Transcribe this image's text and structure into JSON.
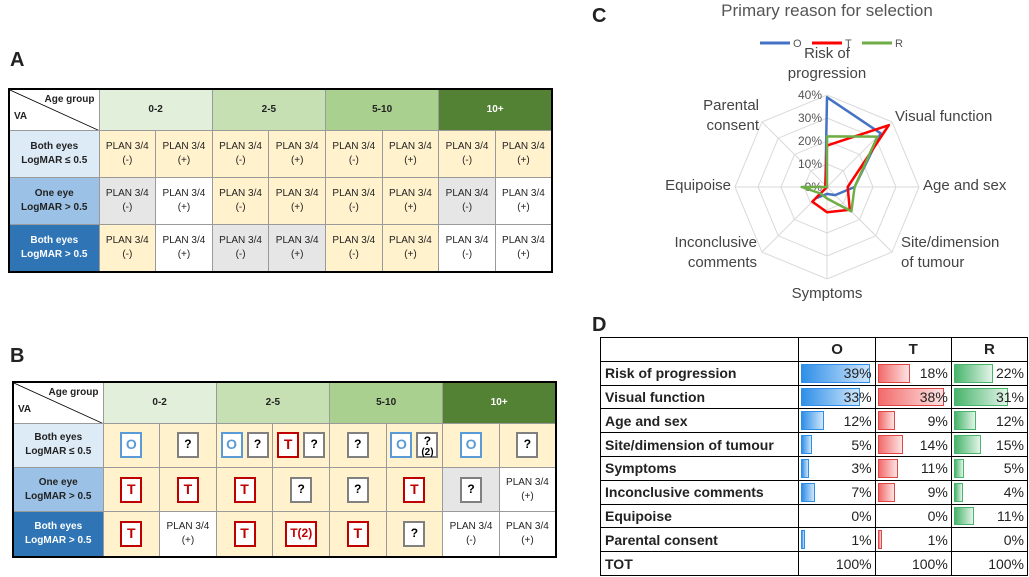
{
  "panel_labels": {
    "a": "A",
    "b": "B",
    "c": "C",
    "d": "D"
  },
  "panel_a": {
    "corner_top": "Age group",
    "corner_bottom": "VA",
    "age_groups": [
      "0-2",
      "2-5",
      "5-10",
      "10+"
    ],
    "rows": [
      {
        "line1": "Both eyes",
        "line2": "LogMAR ≤ 0.5",
        "cells": [
          {
            "t": "PLAN 3/4",
            "s": "(-)"
          },
          {
            "t": "PLAN 3/4",
            "s": "(+)"
          },
          {
            "t": "PLAN 3/4",
            "s": "(-)"
          },
          {
            "t": "PLAN 3/4",
            "s": "(+)"
          },
          {
            "t": "PLAN 3/4",
            "s": "(-)"
          },
          {
            "t": "PLAN 3/4",
            "s": "(+)"
          },
          {
            "t": "PLAN 3/4",
            "s": "(-)"
          },
          {
            "t": "PLAN 3/4",
            "s": "(+)"
          }
        ]
      },
      {
        "line1": "One eye",
        "line2": "LogMAR > 0.5",
        "cells": [
          {
            "t": "PLAN 3/4",
            "s": "(-)"
          },
          {
            "t": "PLAN 3/4",
            "s": "(+)"
          },
          {
            "t": "PLAN 3/4",
            "s": "(-)"
          },
          {
            "t": "PLAN 3/4",
            "s": "(+)"
          },
          {
            "t": "PLAN 3/4",
            "s": "(-)"
          },
          {
            "t": "PLAN 3/4",
            "s": "(+)"
          },
          {
            "t": "PLAN 3/4",
            "s": "(-)"
          },
          {
            "t": "PLAN 3/4",
            "s": "(+)"
          }
        ]
      },
      {
        "line1": "Both eyes",
        "line2": "LogMAR > 0.5",
        "cells": [
          {
            "t": "PLAN 3/4",
            "s": "(-)"
          },
          {
            "t": "PLAN 3/4",
            "s": "(+)"
          },
          {
            "t": "PLAN 3/4",
            "s": "(-)"
          },
          {
            "t": "PLAN 3/4",
            "s": "(+)"
          },
          {
            "t": "PLAN 3/4",
            "s": "(-)"
          },
          {
            "t": "PLAN 3/4",
            "s": "(+)"
          },
          {
            "t": "PLAN 3/4",
            "s": "(-)"
          },
          {
            "t": "PLAN 3/4",
            "s": "(+)"
          }
        ]
      }
    ]
  },
  "panel_b": {
    "corner_top": "Age group",
    "corner_bottom": "VA",
    "age_groups": [
      "0-2",
      "2-5",
      "5-10",
      "10+"
    ],
    "rows": [
      {
        "line1": "Both eyes",
        "line2": "LogMAR ≤ 0.5",
        "cells": [
          {
            "box": "O",
            "mark": "O"
          },
          {
            "box": "Q",
            "mark": "?"
          },
          {
            "box": "O",
            "mark": "O"
          },
          {
            "box": "Q",
            "mark": "?"
          },
          {
            "box": "T",
            "mark": "T"
          },
          {
            "box": "Q",
            "mark": "?"
          },
          {
            "box": "Q",
            "mark": "?"
          },
          {
            "box": "O",
            "mark": "O"
          },
          {
            "box": "Q",
            "mark": "?",
            "sub": "(2)"
          },
          {
            "box": "O",
            "mark": "O"
          },
          {
            "box": "Q",
            "mark": "?"
          }
        ]
      },
      {
        "line1": "One eye",
        "line2": "LogMAR > 0.5",
        "cells": [
          {
            "box": "T",
            "mark": "T"
          },
          {
            "box": "T",
            "mark": "T"
          },
          {
            "box": "T",
            "mark": "T"
          },
          {
            "box": "Q",
            "mark": "?"
          },
          {
            "box": "Q",
            "mark": "?"
          },
          {
            "box": "T",
            "mark": "T"
          },
          {
            "box": "Q",
            "mark": "?"
          },
          {
            "plain": "PLAN 3/4",
            "s": "(+)"
          }
        ]
      },
      {
        "line1": "Both eyes",
        "line2": "LogMAR > 0.5",
        "cells": [
          {
            "box": "T",
            "mark": "T"
          },
          {
            "plain": "PLAN 3/4",
            "s": "(+)"
          },
          {
            "box": "T",
            "mark": "T"
          },
          {
            "box": "T",
            "mark": "T(2)"
          },
          {
            "box": "T",
            "mark": "T"
          },
          {
            "box": "Q",
            "mark": "?"
          },
          {
            "plain": "PLAN 3/4",
            "s": "(-)"
          },
          {
            "plain": "PLAN 3/4",
            "s": "(+)"
          }
        ]
      }
    ]
  },
  "chart_data": [
    {
      "type": "radar",
      "title": "Primary reason for selection",
      "axes": [
        "Risk of progression",
        "Visual function",
        "Age and sex",
        "Site/dimension of tumour",
        "Symptoms",
        "Inconclusive comments",
        "Equipoise",
        "Parental consent"
      ],
      "axis_ticks": [
        "0%",
        "10%",
        "20%",
        "30%",
        "40%"
      ],
      "rmax": 40,
      "legend_position": "top",
      "series": [
        {
          "name": "O",
          "color": "#4472c4",
          "values": [
            39,
            33,
            12,
            5,
            3,
            7,
            0,
            1
          ]
        },
        {
          "name": "T",
          "color": "#ff0000",
          "values": [
            18,
            38,
            9,
            14,
            11,
            9,
            0,
            1
          ]
        },
        {
          "name": "R",
          "color": "#70ad47",
          "values": [
            22,
            31,
            12,
            15,
            5,
            4,
            11,
            0
          ]
        }
      ]
    },
    {
      "type": "table",
      "columns": [
        "O",
        "T",
        "R"
      ],
      "rows": [
        {
          "label": "Risk of progression",
          "values": [
            "39%",
            "18%",
            "22%"
          ],
          "num": [
            39,
            18,
            22
          ]
        },
        {
          "label": "Visual function",
          "values": [
            "33%",
            "38%",
            "31%"
          ],
          "num": [
            33,
            38,
            31
          ]
        },
        {
          "label": "Age and sex",
          "values": [
            "12%",
            "9%",
            "12%"
          ],
          "num": [
            12,
            9,
            12
          ]
        },
        {
          "label": "Site/dimension of tumour",
          "values": [
            "5%",
            "14%",
            "15%"
          ],
          "num": [
            5,
            14,
            15
          ]
        },
        {
          "label": "Symptoms",
          "values": [
            "3%",
            "11%",
            "5%"
          ],
          "num": [
            3,
            11,
            5
          ]
        },
        {
          "label": "Inconclusive comments",
          "values": [
            "7%",
            "9%",
            "4%"
          ],
          "num": [
            7,
            9,
            4
          ]
        },
        {
          "label": "Equipoise",
          "values": [
            "0%",
            "0%",
            "11%"
          ],
          "num": [
            0,
            0,
            11
          ]
        },
        {
          "label": "Parental consent",
          "values": [
            "1%",
            "1%",
            "0%"
          ],
          "num": [
            1,
            1,
            0
          ]
        }
      ],
      "total": {
        "label": "TOT",
        "values": [
          "100%",
          "100%",
          "100%"
        ]
      },
      "bar_max": 40,
      "bar_colors": [
        "#2f8fe8",
        "#e04646",
        "#47b56b"
      ]
    }
  ]
}
